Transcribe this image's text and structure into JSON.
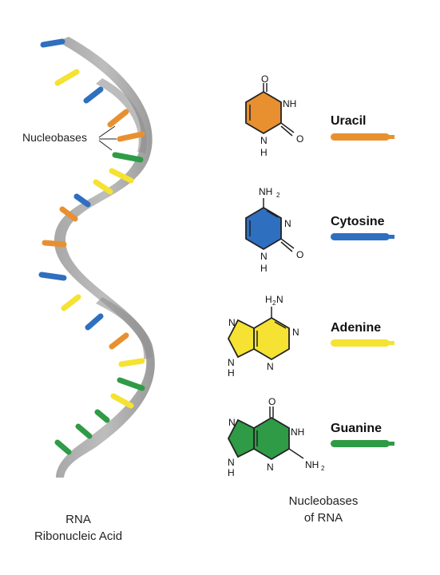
{
  "helix": {
    "callout_label": "Nucleobases",
    "caption_line1": "RNA",
    "caption_line2": "Ribonucleic Acid"
  },
  "legend": {
    "caption_line1": "Nucleobases",
    "caption_line2": "of RNA",
    "bases": [
      {
        "name": "Uracil",
        "color": "#e8902f",
        "atoms": {
          "o_top": "O",
          "nh_right": "NH",
          "o_right": "O",
          "n_bottom": "N",
          "h_bottom": "H"
        }
      },
      {
        "name": "Cytosine",
        "color": "#2f6fc0",
        "atoms": {
          "nh2_top": "NH",
          "sub2": "2",
          "n_right": "N",
          "o_right": "O",
          "n_bottom": "N",
          "h_bottom": "H"
        }
      },
      {
        "name": "Adenine",
        "color": "#f5e232",
        "atoms": {
          "h2n": "H",
          "sub2": "2",
          "n_amine": "N",
          "n_left_top": "N",
          "n_right_top": "N",
          "n_left_bottom": "N",
          "h_bottom": "H",
          "n_right_bottom": "N"
        }
      },
      {
        "name": "Guanine",
        "color": "#2f9b46",
        "atoms": {
          "o_top": "O",
          "n_left_top": "N",
          "nh_right": "NH",
          "n_left_bottom": "N",
          "n_mid": "N",
          "nh2": "NH",
          "sub2": "2",
          "h_bottom": "H"
        }
      }
    ]
  }
}
